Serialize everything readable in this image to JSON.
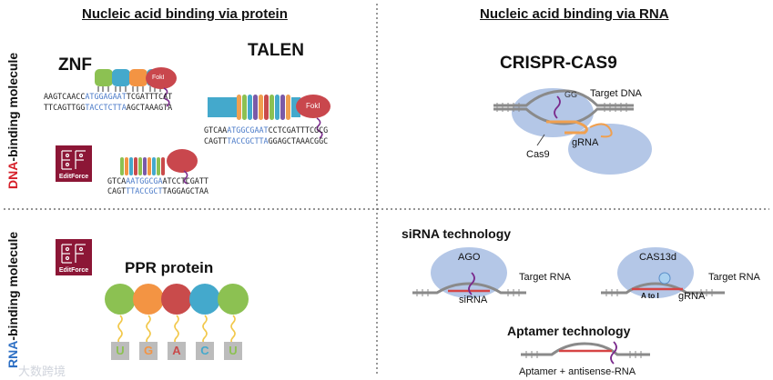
{
  "headers": {
    "protein": "Nucleic acid binding via protein",
    "rna": "Nucleic acid binding via RNA"
  },
  "side_labels": {
    "dna": {
      "highlight": "DNA",
      "rest": "-binding molecule"
    },
    "rna": {
      "highlight": "RNA",
      "rest": "-binding molecule"
    }
  },
  "znf": {
    "title": "ZNF",
    "foki": "FokI",
    "seq_top": {
      "a": "AAGTCAACC",
      "b": "ATGGAGAAT",
      "c": "TCGATTTCAT"
    },
    "seq_bottom": {
      "a": "TTCAGTTGG",
      "b": "TACCTCTTA",
      "c": "AGCTAAAGTA"
    }
  },
  "talen": {
    "title": "TALEN",
    "foki": "FokI",
    "seq_top": {
      "a": "GTCAA",
      "b": "ATGGCGAAT",
      "c": "CCTCGATTTCGCG"
    },
    "seq_bottom": {
      "a": "CAGTT",
      "b": "TACCGCTTA",
      "c": "GGAGCTAAACGGC"
    }
  },
  "editforce": {
    "logo_text": "EditForce",
    "seq_top": {
      "a": "GTCA",
      "b": "AATGGCGA",
      "c": "ATCCTCGATT"
    },
    "seq_bottom": {
      "a": "CAGT",
      "b": "TTACCGCT",
      "c": "TAGGAGCTAA"
    }
  },
  "crispr": {
    "title": "CRISPR-CAS9",
    "target": "Target DNA",
    "gg": "GG",
    "grna": "gRNA",
    "cas9": "Cas9"
  },
  "ppr": {
    "logo_text": "EditForce",
    "title": "PPR protein",
    "colors": [
      "#8cc152",
      "#f39443",
      "#c94b4b",
      "#44a9cc",
      "#8cc152"
    ],
    "nucleotides": [
      {
        "letter": "U",
        "color": "#8cc152"
      },
      {
        "letter": "G",
        "color": "#f39443"
      },
      {
        "letter": "A",
        "color": "#c94b4b"
      },
      {
        "letter": "C",
        "color": "#44a9cc"
      },
      {
        "letter": "U",
        "color": "#8cc152"
      }
    ]
  },
  "sirna": {
    "title": "siRNA technology",
    "ago": "AGO",
    "target": "Target RNA",
    "sirna_label": "siRNA",
    "cas13": "CAS13d",
    "target2": "Target RNA",
    "atoi": "A to I",
    "grna": "gRNA"
  },
  "aptamer": {
    "title": "Aptamer technology",
    "caption": "Aptamer + antisense-RNA"
  },
  "watermark": "大数跨境",
  "colors": {
    "ef_brand": "#8c1636",
    "blob": "#b4c7e7",
    "foki": "#c9474d",
    "strand": "#8a8a8a",
    "sirna_red": "#d64545",
    "grna_orange": "#f0a050",
    "purple": "#7a2a8c"
  }
}
